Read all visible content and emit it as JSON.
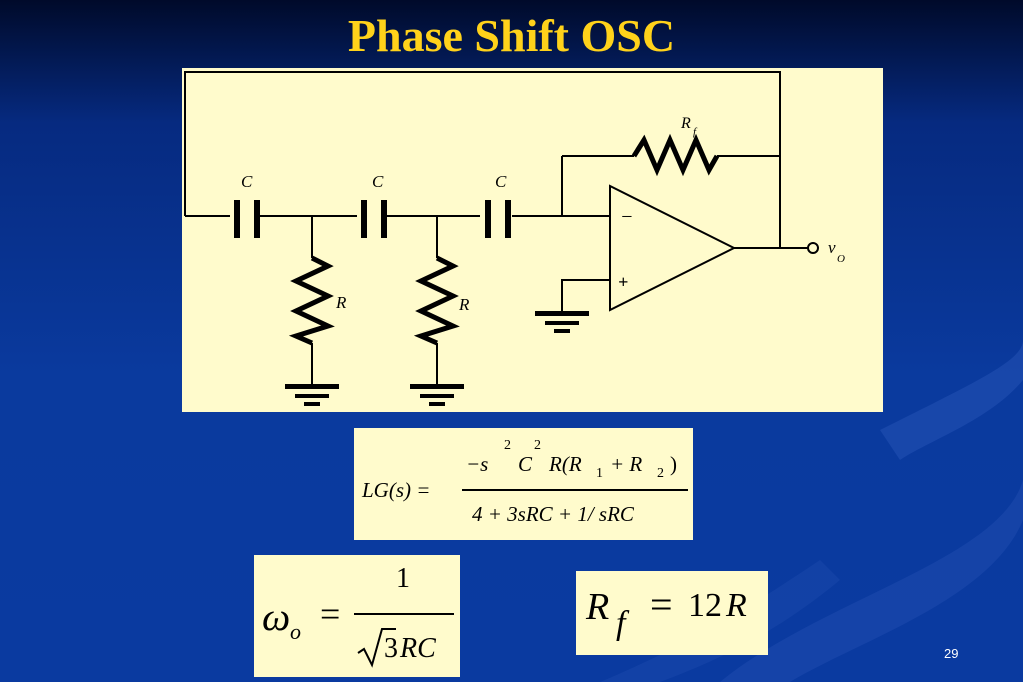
{
  "slide": {
    "title": "Phase Shift OSC",
    "page_number": "29"
  },
  "circuit": {
    "capacitor_label": "C",
    "resistor_label": "R",
    "feedback_resistor_label": "R",
    "feedback_resistor_subscript": "f",
    "inverting_sign": "−",
    "noninverting_sign": "+",
    "output_label": "v",
    "output_subscript": "O"
  },
  "equations": {
    "loop_gain": {
      "lhs": "LG(s) =",
      "numerator_a": "−s",
      "numerator_a_exp": "2",
      "numerator_b": "C",
      "numerator_b_exp": "2",
      "numerator_c": "R(R",
      "numerator_c_sub": "1",
      "numerator_d": "+ R",
      "numerator_d_sub": "2",
      "numerator_e": ")",
      "denominator": "4 + 3sRC + 1/ sRC"
    },
    "omega": {
      "symbol": "ω",
      "subscript": "o",
      "equals": "=",
      "numerator": "1",
      "radicand": "3",
      "denominator_tail": "RC"
    },
    "rf": {
      "symbol": "R",
      "subscript": "f",
      "equals": "=",
      "rhs_num": "12",
      "rhs_var": "R"
    }
  }
}
